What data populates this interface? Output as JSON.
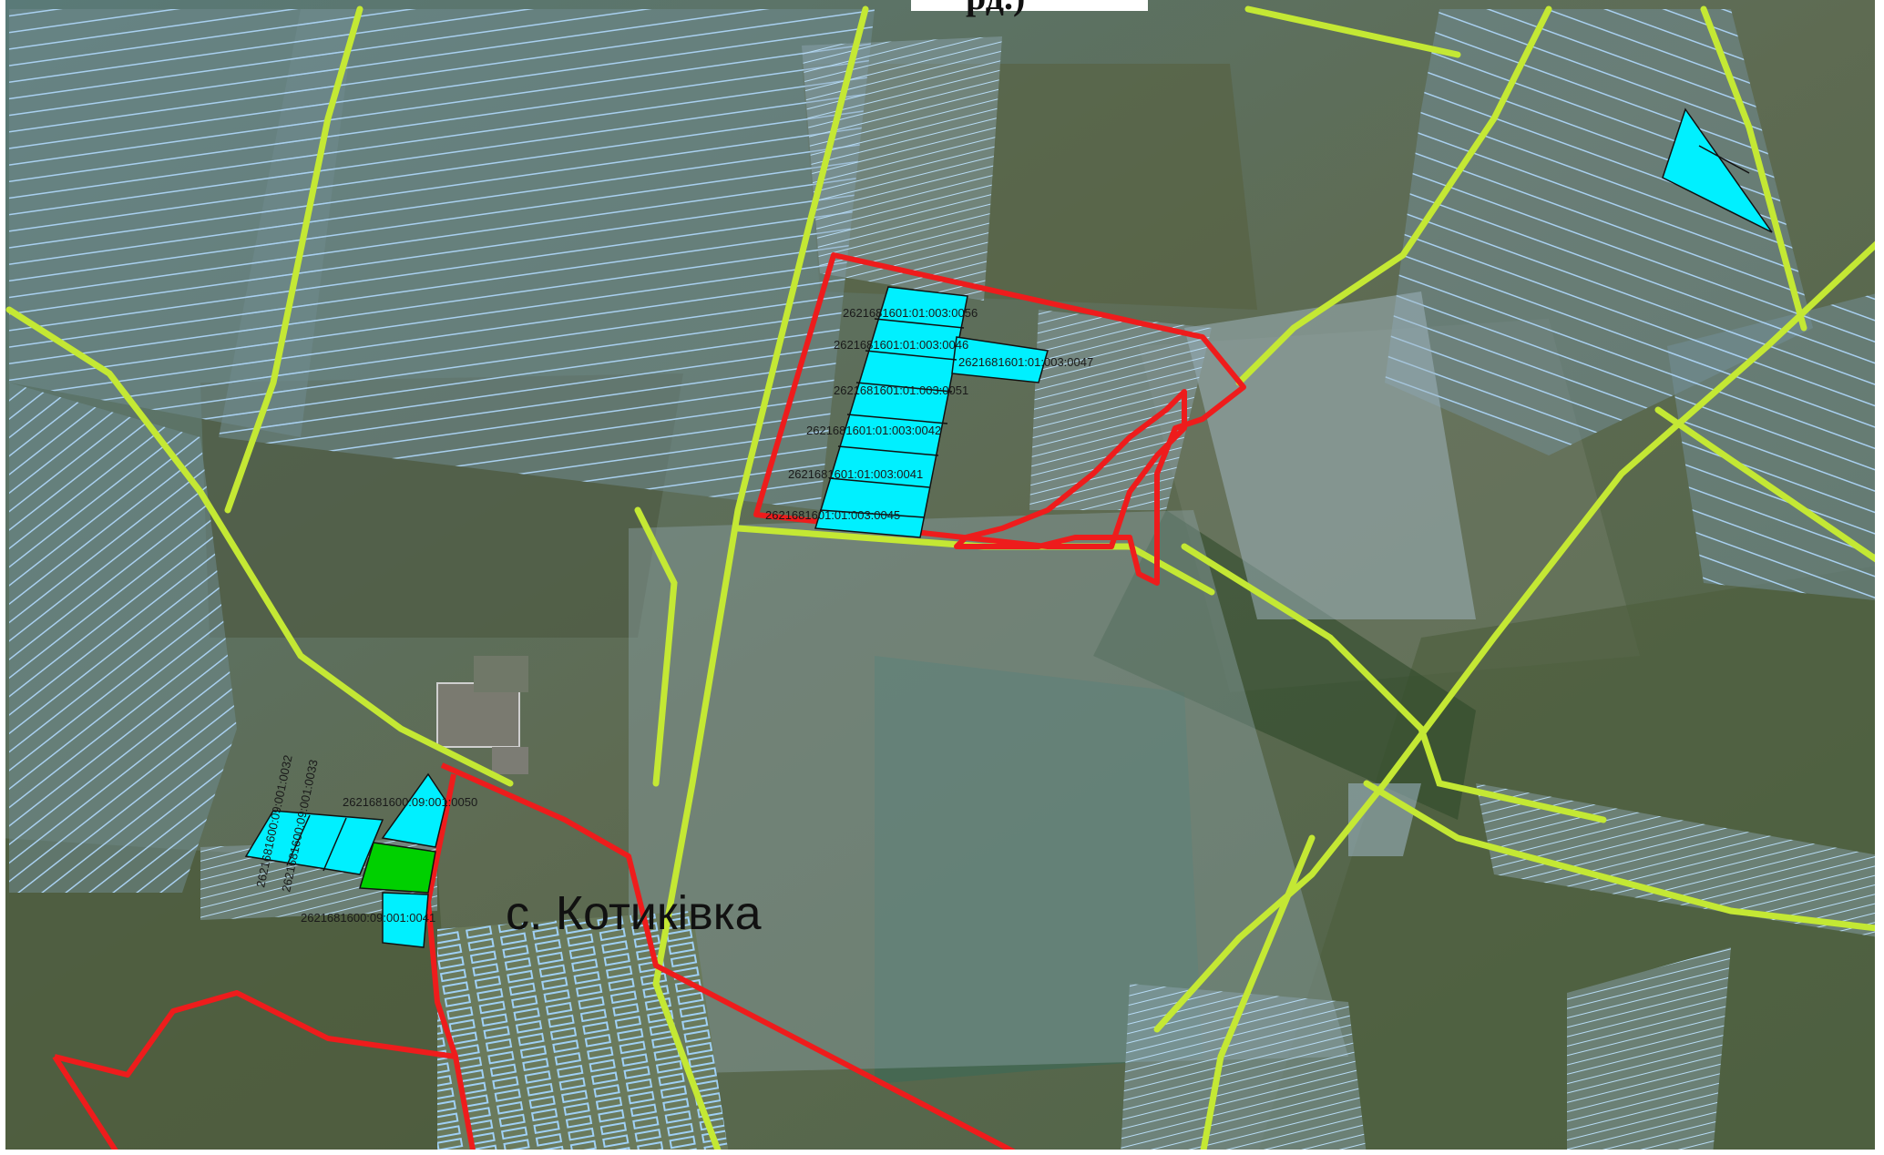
{
  "map": {
    "header_fragment": "рд.)",
    "village_label": "с. Котиківка",
    "parcels": [
      {
        "id": "p1",
        "label": "2621681601:01:003:0056"
      },
      {
        "id": "p2",
        "label": "2621681601:01:003:0046"
      },
      {
        "id": "p3",
        "label": "2621681601:01:003:0047"
      },
      {
        "id": "p4",
        "label": "2621681601:01:003:0051"
      },
      {
        "id": "p5",
        "label": "2621681601:01:003:0042"
      },
      {
        "id": "p6",
        "label": "2621681601:01:003:0041"
      },
      {
        "id": "p7",
        "label": "2621681601:01:003:0045"
      },
      {
        "id": "p8",
        "label": "2621681600:09:001:0050"
      },
      {
        "id": "p9",
        "label": "2621681600:09:001:0041"
      },
      {
        "id": "p10",
        "label": "2621681600:09:001:0032"
      },
      {
        "id": "p11",
        "label": "2621681600:09:001:0033"
      }
    ],
    "colors": {
      "selected_parcel": "#00f0ff",
      "highlight_parcel": "#00d000",
      "boundary_red": "#ee1c1c",
      "road_green": "#c4e834",
      "cadastre_blue": "#9cc8ee"
    }
  }
}
